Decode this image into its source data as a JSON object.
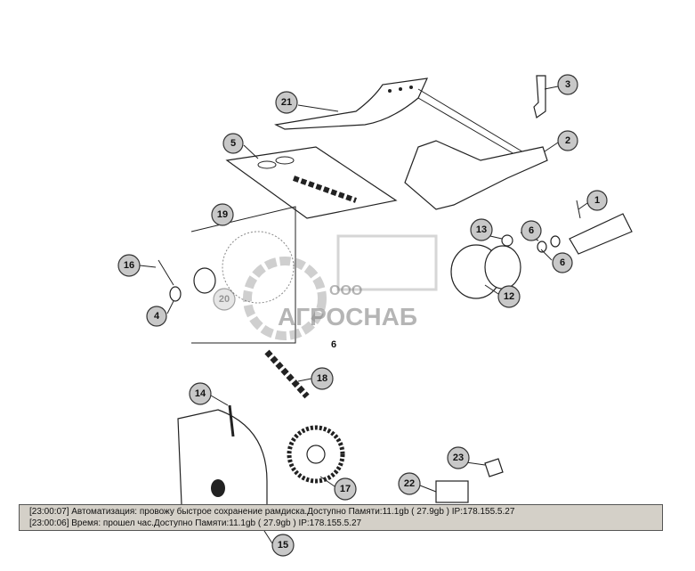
{
  "diagram": {
    "callouts": [
      "21",
      "3",
      "2",
      "5",
      "1",
      "19",
      "13",
      "6",
      "6",
      "16",
      "20",
      "12",
      "4",
      "14",
      "18",
      "23",
      "22",
      "17",
      "15",
      "6"
    ],
    "watermark": {
      "line1": "ООО",
      "line2": "АГРОСНАБ"
    }
  },
  "log": {
    "lines": [
      "[23:00:07]  Автоматизация: провожу быстрое сохранение рамдиска.Доступно Памяти:11.1gb  ( 27.9gb ) IP:178.155.5.27",
      "[23:00:06]  Время: прошел час.Доступно Памяти:11.1gb  ( 27.9gb ) IP:178.155.5.27"
    ]
  }
}
